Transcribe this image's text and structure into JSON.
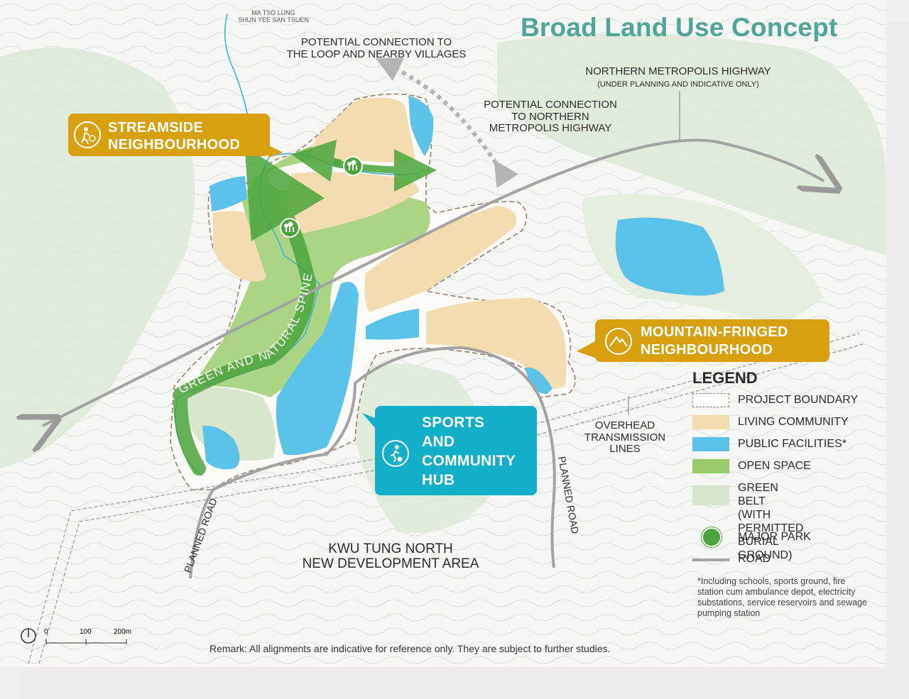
{
  "title": "Broad Land Use Concept",
  "labels": {
    "village": [
      "MA TSO LUNG",
      "SHUN YEE SAN TSUEN"
    ],
    "conn_loop": [
      "POTENTIAL CONNECTION TO",
      "THE LOOP AND NEARBY VILLAGES"
    ],
    "nmh": "NORTHERN METROPOLIS HIGHWAY",
    "nmh_note": "(UNDER PLANNING AND INDICATIVE ONLY)",
    "conn_nmh": [
      "POTENTIAL CONNECTION",
      "TO NORTHERN",
      "METROPOLIS HIGHWAY"
    ],
    "overhead": [
      "OVERHEAD",
      "TRANSMISSION",
      "LINES"
    ],
    "kwu_tung": [
      "KWU TUNG NORTH",
      "NEW DEVELOPMENT AREA"
    ],
    "planned_road_left": "PLANNED ROAD",
    "planned_road_right": "PLANNED ROAD",
    "spine": "GREEN AND NATURAL SPINE"
  },
  "callouts": {
    "streamside": [
      "STREAMSIDE",
      "NEIGHBOURHOOD"
    ],
    "mountain": [
      "MOUNTAIN-FRINGED",
      "NEIGHBOURHOOD"
    ],
    "sports": [
      "SPORTS",
      "AND",
      "COMMUNITY",
      "HUB"
    ]
  },
  "legend": {
    "heading": "LEGEND",
    "items": [
      {
        "label": "PROJECT BOUNDARY",
        "kind": "boundary"
      },
      {
        "label": "LIVING COMMUNITY",
        "kind": "fill",
        "color": "#f3ddb0"
      },
      {
        "label": "PUBLIC FACILITIES*",
        "kind": "fill",
        "color": "#5bc2ea"
      },
      {
        "label": "OPEN SPACE",
        "kind": "fill",
        "color": "#9acb6b"
      },
      {
        "label": "GREEN BELT\n(WITH PERMITTED\nBURIAL GROUND)",
        "kind": "fill",
        "color": "#d7e6cc"
      },
      {
        "label": "MAJOR PARK",
        "kind": "park"
      },
      {
        "label": "ROAD",
        "kind": "road"
      }
    ],
    "footnote": "*Including schools, sports ground, fire station cum ambulance depot, electricity substations, service reservoirs and sewage pumping station"
  },
  "scale": [
    "0",
    "100",
    "200m"
  ],
  "remark": "Remark: All alignments are indicative for reference only.  They are subject to further studies.",
  "colors": {
    "living": "#f3ddb0",
    "public": "#5bc2ea",
    "open": "#9acb6b",
    "greenbelt": "#d7e6cc",
    "callout_gold": "#d8a00e",
    "callout_cyan": "#12aeca",
    "title": "#4fa597",
    "road": "#a3a3a3"
  }
}
